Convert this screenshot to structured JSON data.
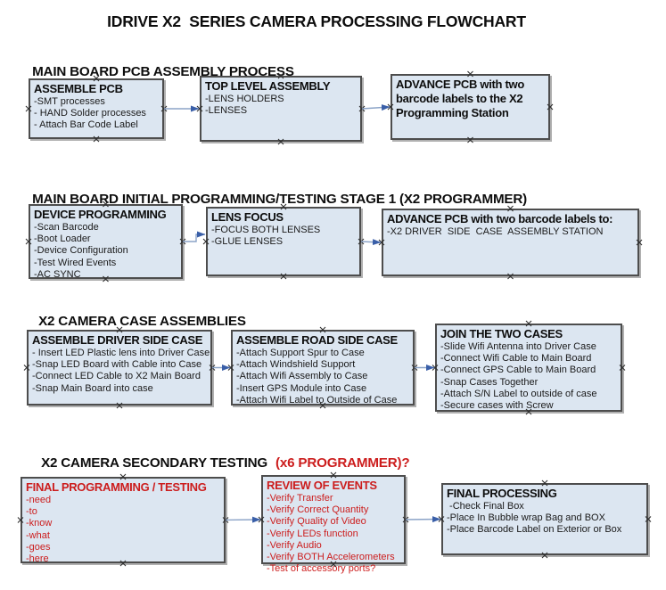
{
  "title": "IDRIVE X2  SERIES CAMERA PROCESSING FLOWCHART",
  "colors": {
    "box_fill": "#dce6f1",
    "box_border": "#4d4d4d",
    "red_text": "#cc1d1d",
    "connector_line": "#8ba3c7",
    "connector_arrow": "#3a5fa8"
  },
  "sections": [
    {
      "heading": "MAIN BOARD PCB ASSEMBLY PROCESS",
      "boxes": [
        {
          "title": "ASSEMBLE PCB",
          "items": [
            "-SMT processes",
            "- HAND Solder processes",
            "- Attach Bar Code Label"
          ]
        },
        {
          "title": "TOP LEVEL ASSEMBLY",
          "items": [
            "-LENS HOLDERS",
            "-LENSES"
          ]
        },
        {
          "title": "ADVANCE PCB with two barcode labels to the X2 Programming Station",
          "items": []
        }
      ]
    },
    {
      "heading": "MAIN BOARD INITIAL PROGRAMMING/TESTING STAGE 1 (X2 PROGRAMMER)",
      "boxes": [
        {
          "title": "DEVICE PROGRAMMING",
          "items": [
            "-Scan Barcode",
            "-Boot Loader",
            "-Device Configuration",
            "-Test Wired Events",
            "-AC SYNC"
          ]
        },
        {
          "title": "LENS FOCUS",
          "items": [
            "-FOCUS BOTH LENSES",
            "-GLUE LENSES"
          ]
        },
        {
          "title": "ADVANCE PCB with two barcode labels to:",
          "items": [
            "-X2 DRIVER  SIDE  CASE  ASSEMBLY STATION"
          ]
        }
      ]
    },
    {
      "heading": "X2 CAMERA CASE ASSEMBLIES",
      "boxes": [
        {
          "title": "ASSEMBLE DRIVER SIDE CASE",
          "items": [
            "- Insert LED Plastic lens into Driver Case",
            "-Snap LED Board with Cable into Case",
            "-Connect LED Cable to X2 Main Board",
            "-Snap Main Board into case"
          ]
        },
        {
          "title": "ASSEMBLE ROAD SIDE CASE",
          "items": [
            "-Attach Support Spur to Case",
            "-Attach Windshield Support",
            "-Attach Wifi Assembly to Case",
            "-Insert GPS Module into Case",
            "-Attach Wifi Label to Outside of Case"
          ]
        },
        {
          "title": "JOIN THE TWO CASES",
          "items": [
            "-Slide Wifi Antenna into Driver Case",
            "-Connect Wifi Cable to Main Board",
            "-Connect GPS Cable to Main Board",
            "-Snap Cases Together",
            "-Attach S/N Label to outside of case",
            "-Secure cases with Screw"
          ]
        }
      ]
    },
    {
      "heading": "X2 CAMERA SECONDARY TESTING",
      "heading_red": "(x6 PROGRAMMER)?",
      "boxes": [
        {
          "title": "FINAL PROGRAMMING / TESTING",
          "items": [
            "-need",
            "-to",
            "-know",
            "-what",
            "-goes",
            "-here"
          ]
        },
        {
          "title": "REVIEW OF EVENTS",
          "items": [
            "-Verify Transfer",
            "-Verify Correct Quantity",
            "-Verify Quality of Video",
            "-Verify LEDs function",
            "-Verify Audio",
            "-Verify BOTH Accelerometers",
            "-Test of accessory ports?"
          ]
        },
        {
          "title": "FINAL PROCESSING",
          "items": [
            " -Check Final Box",
            "-Place In Bubble wrap Bag and BOX",
            "-Place Barcode Label on Exterior or Box"
          ]
        }
      ]
    }
  ]
}
